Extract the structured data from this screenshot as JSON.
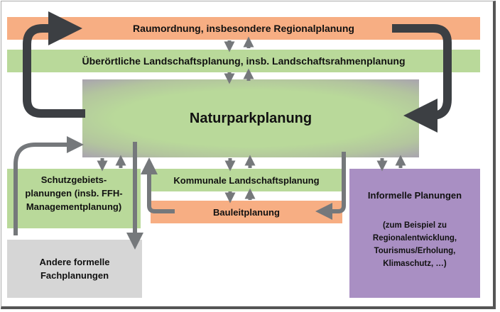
{
  "diagram": {
    "regional_planning": "Raumordnung, insbesondere Regionalplanung",
    "landscape_framework_planning": "Überörtliche Landschaftsplanung, insb. Landschaftsrahmenplanung",
    "nature_park_planning": "Naturparkplanung",
    "protected_area_planning": "Schutzgebiets-\nplanungen (insb. FFH-\nManagementplanung)",
    "other_formal_planning": "Andere formelle\nFachplanungen",
    "municipal_landscape_planning": "Kommunale Landschaftsplanung",
    "urban_land_use_planning": "Bauleitplanung",
    "informal_planning_title": "Informelle Planungen",
    "informal_planning_detail": "(zum Beispiel  zu\nRegionalentwicklung,\nTourismus/Erholung,\nKlimaschutz, …)"
  },
  "colors": {
    "orange": "#f7ae83",
    "green": "#b9d99a",
    "purple": "#a98fc3",
    "grey": "#d6d6d6",
    "arrow_dark": "#3c3f43",
    "arrow_mid": "#75787b"
  },
  "icons": {
    "cycle_arrows": "curved-arrow-icon",
    "exchange_arrows": "up-down-arrow-pair-icon"
  }
}
